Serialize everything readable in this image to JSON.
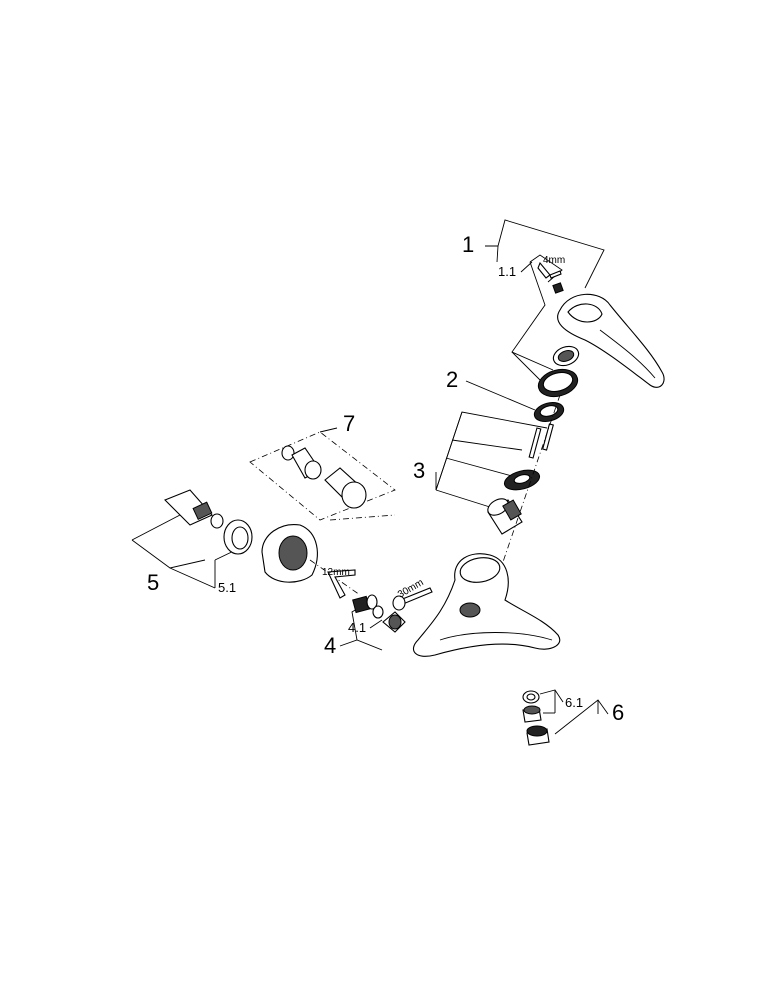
{
  "callouts": {
    "c1": "1",
    "c1_1": "1.1",
    "c2": "2",
    "c3": "3",
    "c4": "4",
    "c4_1": "4.1",
    "c5": "5",
    "c5_1": "5.1",
    "c6": "6",
    "c6_1": "6.1",
    "c7": "7"
  },
  "tools": {
    "hex_4": "4mm",
    "hex_12": "12mm",
    "wrench_30": "30mm"
  }
}
